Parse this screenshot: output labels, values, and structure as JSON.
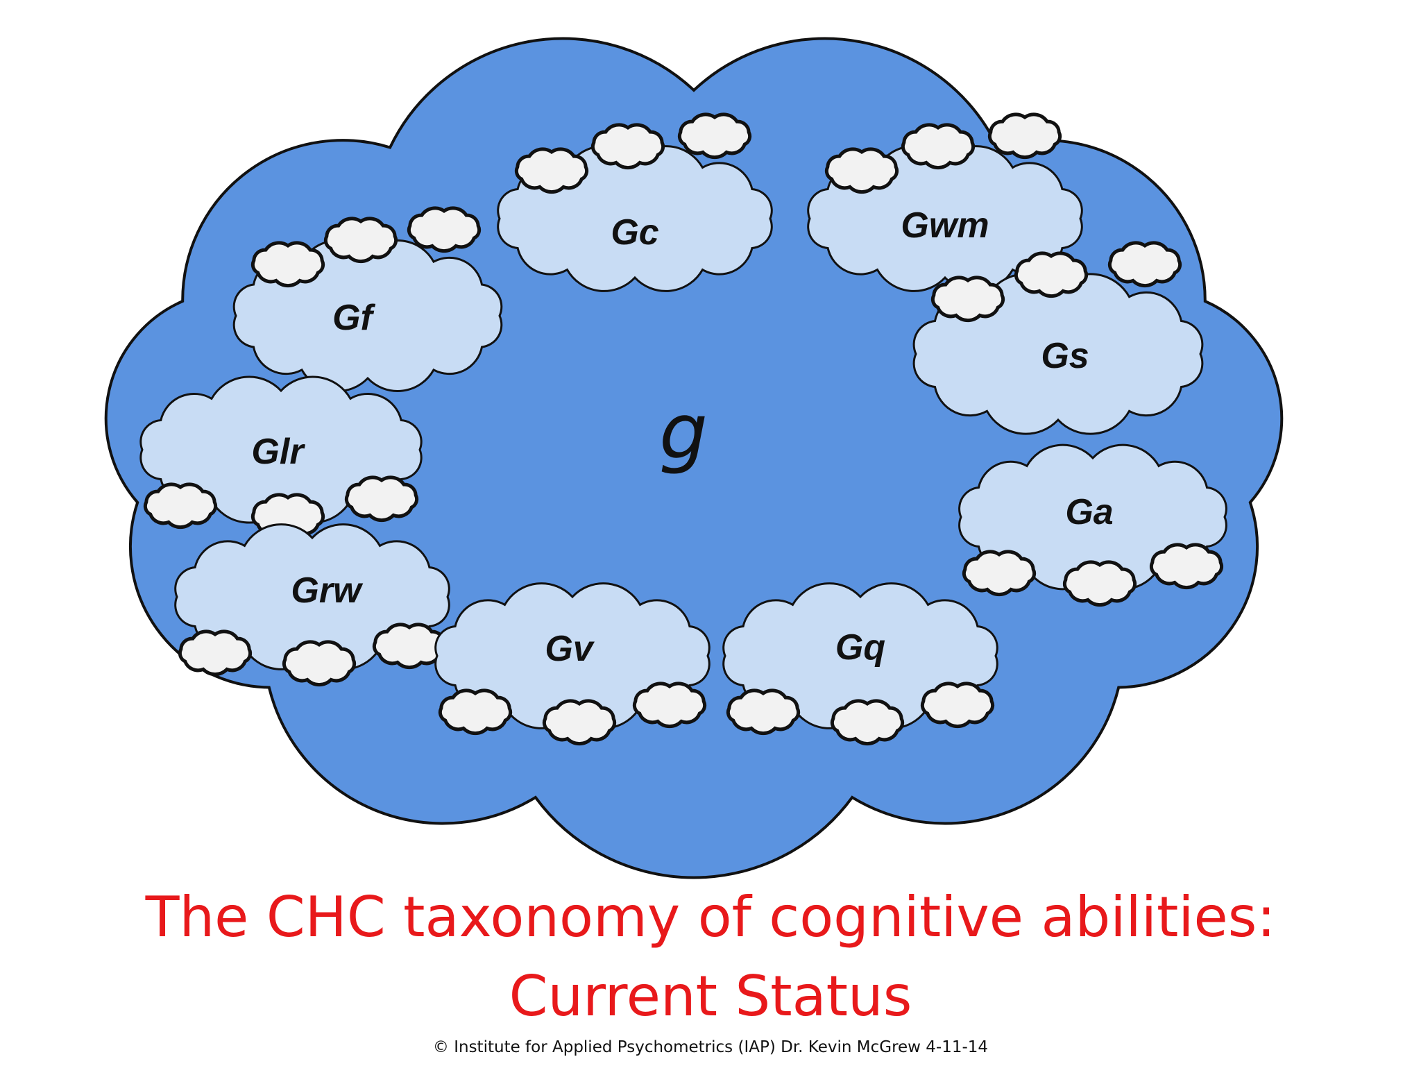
{
  "diagram": {
    "central_ability": "g",
    "broad_abilities": [
      "Gc",
      "Gwm",
      "Gf",
      "Gs",
      "Glr",
      "Ga",
      "Grw",
      "Gv",
      "Gq"
    ],
    "colors": {
      "outer_cloud": "#5b93e0",
      "inner_cloud": "#c8dcf4",
      "puff": "#f2f2f2",
      "outline": "#111111"
    }
  },
  "title": {
    "line1": "The CHC taxonomy of cognitive abilities:",
    "line2": "Current Status",
    "color": "#e8191b"
  },
  "footer": "© Institute for Applied Psychometrics (IAP)  Dr. Kevin McGrew   4-11-14"
}
